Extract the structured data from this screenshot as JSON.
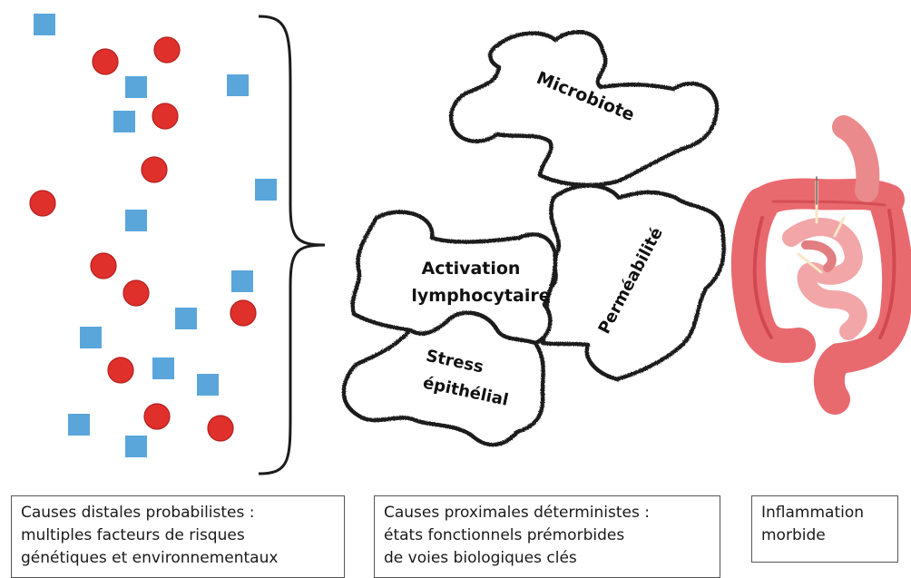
{
  "colors": {
    "square": "#5aa6db",
    "circle": "#e0302b",
    "circle_stroke": "#b42020",
    "outline": "#1c1c1c",
    "gut": "#e86a6f",
    "gut_dark": "#c93b45"
  },
  "puzzle": {
    "microbiote": "Microbiote",
    "activation_line1": "Activation",
    "activation_line2": "lymphocytaire",
    "permeabilite": "Perméabilité",
    "stress_line1": "Stress",
    "stress_line2": "épithélial"
  },
  "captions": {
    "distal": {
      "line1": "Causes distales probabilistes :",
      "line2": "multiples facteurs de risques",
      "line3": "génétiques et environnementaux"
    },
    "proximal": {
      "line1": "Causes proximales  déterministes :",
      "line2": "états fonctionnels prémorbides",
      "line3": "de voies biologiques clés"
    },
    "inflammation": {
      "line1": "Inflammation",
      "line2": "morbide"
    }
  }
}
